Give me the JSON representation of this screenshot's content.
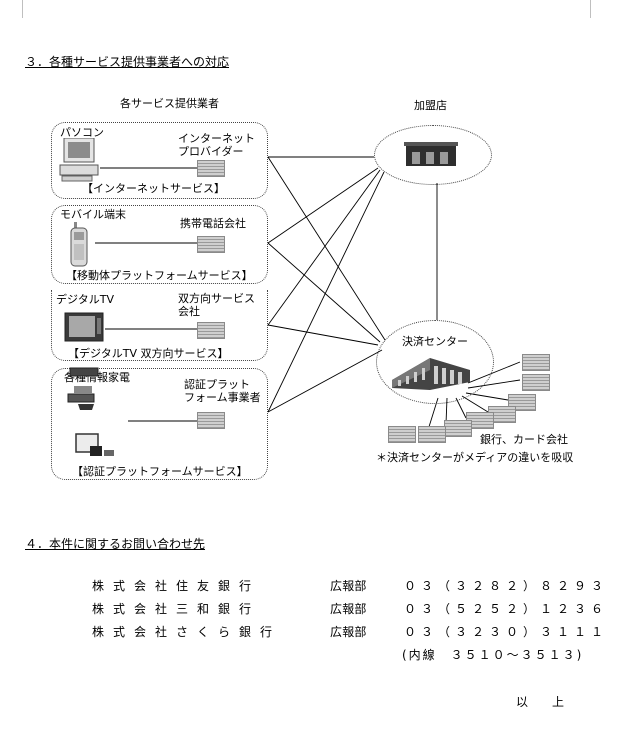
{
  "section3": {
    "heading": "３．各種サービス提供事業者への対応",
    "providers_title": "各サービス提供業者",
    "kamei_title": "加盟店",
    "groups": [
      {
        "device": "パソコン",
        "provider": "インターネット\nプロバイダー",
        "service": "【インターネットサービス】"
      },
      {
        "device": "モバイル端末",
        "provider": "携帯電話会社",
        "service": "【移動体プラットフォームサービス】"
      },
      {
        "device": "デジタルTV",
        "provider": "双方向サービス\n会社",
        "service": "【デジタルTV 双方向サービス】"
      },
      {
        "device": "各種情報家電",
        "provider": "認証プラット\nフォーム事業者",
        "service": "【認証プラットフォームサービス】"
      }
    ],
    "settlement_center": "決済センター",
    "banks_label": "銀行、カード会社",
    "note": "＊決済センターがメディアの違いを吸収"
  },
  "section4": {
    "heading": "４．本件に関するお問い合わせ先",
    "contacts": [
      {
        "bank": "株式会社住友銀行",
        "dept": "広報部",
        "tel": "０３（３２８２）８２９３"
      },
      {
        "bank": "株式会社三和銀行",
        "dept": "広報部",
        "tel": "０３（５２５２）１２３６"
      },
      {
        "bank": "株式会社さくら銀行",
        "dept": "広報部",
        "tel": "０３（３２３０）３１１１"
      }
    ],
    "extension": "(内線　３５１０～３５１３)",
    "closing": "以　　上"
  }
}
